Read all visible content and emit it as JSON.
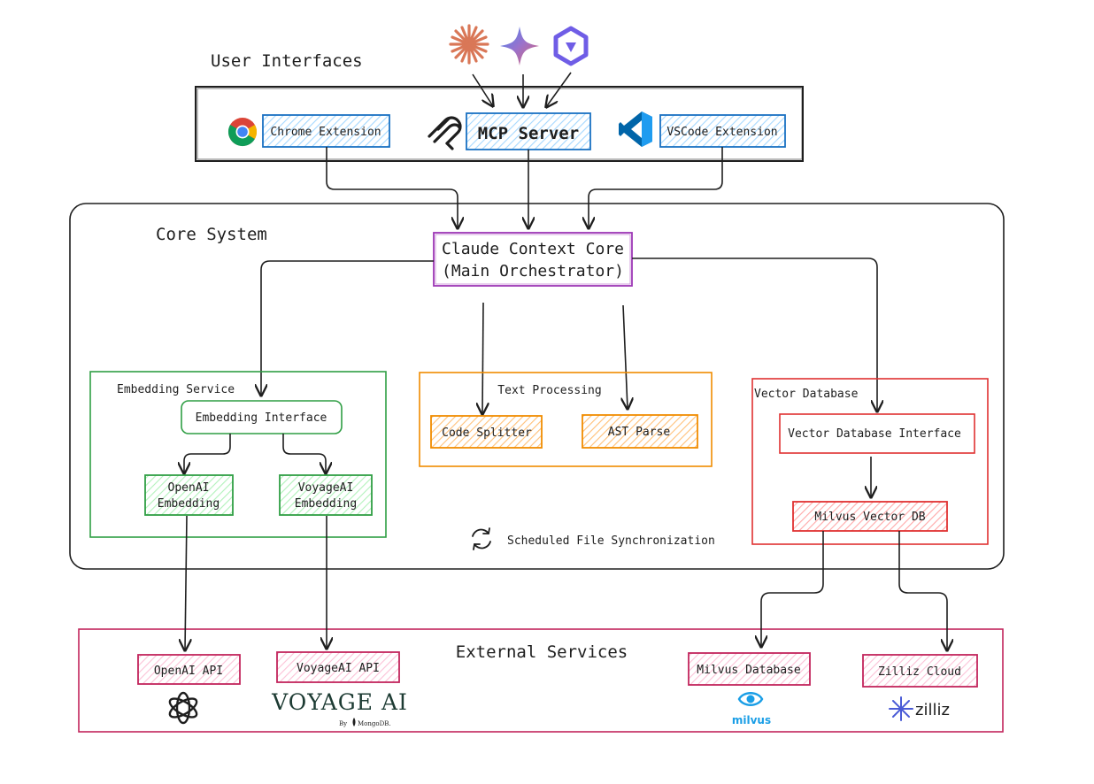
{
  "sections": {
    "user_interfaces": "User Interfaces",
    "core_system": "Core System",
    "embedding_service": "Embedding Service",
    "text_processing": "Text Processing",
    "vector_database": "Vector Database",
    "external_services": "External Services"
  },
  "user_interfaces": {
    "chrome": "Chrome Extension",
    "mcp": "MCP Server",
    "vscode": "VSCode Extension"
  },
  "core": {
    "line1": "Claude Context Core",
    "line2": "(Main Orchestrator)",
    "sync_label": "Scheduled File Synchronization"
  },
  "embedding": {
    "interface": "Embedding Interface",
    "openai_line1": "OpenAI",
    "openai_line2": "Embedding",
    "voyage_line1": "VoyageAI",
    "voyage_line2": "Embedding"
  },
  "text_processing": {
    "splitter": "Code Splitter",
    "ast": "AST Parse"
  },
  "vector_db": {
    "interface": "Vector Database Interface",
    "milvus": "Milvus Vector DB"
  },
  "external": {
    "openai_api": "OpenAI API",
    "voyage_api": "VoyageAI API",
    "milvus_db": "Milvus Database",
    "zilliz_cloud": "Zilliz Cloud"
  },
  "logos": {
    "voyage_wordmark": "VOYAGE AI",
    "voyage_by": "By",
    "voyage_mongodb": "MongoDB.",
    "milvus_wordmark": "milvus",
    "zilliz_wordmark": "zilliz"
  },
  "colors": {
    "ink": "#1e1e1e",
    "blue": "#1971c2",
    "blue_fill": "#a5d8ff",
    "purple": "#9c36b5",
    "green": "#2f9e44",
    "green_fill": "#b2f2bb",
    "orange": "#f08c00",
    "orange_fill": "#ffc078",
    "red": "#e03131",
    "red_fill": "#ffa8a8",
    "crimson": "#c2255c",
    "crimson_fill": "#fcc2d7",
    "claude": "#d97757",
    "milvus": "#1a9ee6",
    "zilliz": "#4a5bd6"
  }
}
